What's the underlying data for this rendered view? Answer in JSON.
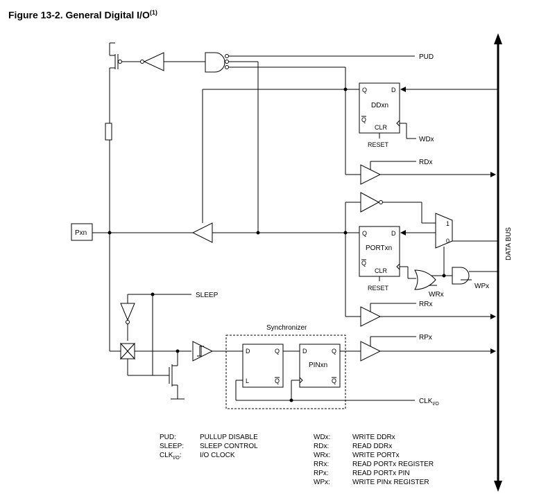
{
  "figure": {
    "title": "Figure 13-2. General Digital I/O",
    "title_sup": "(1)"
  },
  "signals": {
    "pud": "PUD",
    "wdx": "WDx",
    "rdx": "RDx",
    "wrx": "WRx",
    "wpx": "WPx",
    "rrx": "RRx",
    "rpx": "RPx",
    "sleep": "SLEEP",
    "clk_main": "CLK",
    "clk_sub": "I/O",
    "data_bus": "DATA BUS",
    "pin": "Pxn"
  },
  "blocks": {
    "ddxn": {
      "name": "DDxn",
      "q": "Q",
      "d": "D",
      "qbar": "Q",
      "clr": "CLR",
      "reset": "RESET"
    },
    "portxn": {
      "name": "PORTxn",
      "q": "Q",
      "d": "D",
      "qbar": "Q",
      "clr": "CLR",
      "reset": "RESET"
    },
    "sync_ff": {
      "d": "D",
      "q": "Q",
      "l": "L",
      "qbar": "Q"
    },
    "pinxn": {
      "name": "PINxn",
      "d": "D",
      "q": "Q",
      "qbar": "Q"
    },
    "mux": {
      "in1": "1",
      "in0": "0"
    },
    "synchronizer": "Synchronizer"
  },
  "legend": {
    "left": [
      {
        "key": "PUD:",
        "value": "PULLUP DISABLE"
      },
      {
        "key": "SLEEP:",
        "value": "SLEEP CONTROL"
      },
      {
        "key": "CLK",
        "key_sub": "I/O",
        "key_tail": ":",
        "value": "I/O CLOCK"
      }
    ],
    "right": [
      {
        "key": "WDx:",
        "value": "WRITE DDRx"
      },
      {
        "key": "RDx:",
        "value": "READ DDRx"
      },
      {
        "key": "WRx:",
        "value": "WRITE PORTx"
      },
      {
        "key": "RRx:",
        "value": "READ PORTx REGISTER"
      },
      {
        "key": "RPx:",
        "value": "READ PORTx PIN"
      },
      {
        "key": "WPx:",
        "value": "WRITE PINx REGISTER"
      }
    ]
  }
}
